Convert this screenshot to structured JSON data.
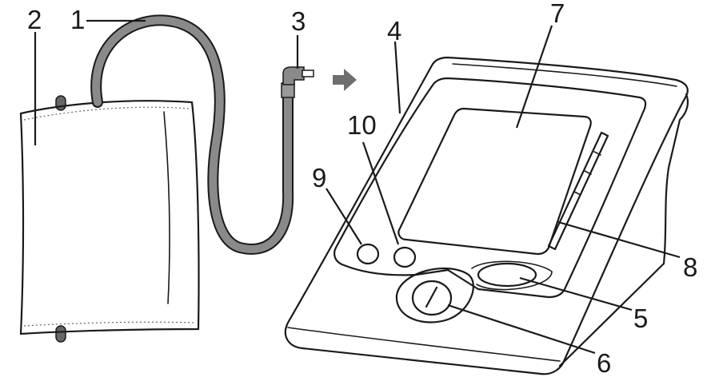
{
  "callouts": {
    "n1": "1",
    "n2": "2",
    "n3": "3",
    "n4": "4",
    "n5": "5",
    "n6": "6",
    "n7": "7",
    "n8": "8",
    "n9": "9",
    "n10": "10"
  },
  "colors": {
    "line": "#1a1a1a",
    "tube": "#8a8a8a",
    "arrow": "#6e6e6e"
  }
}
